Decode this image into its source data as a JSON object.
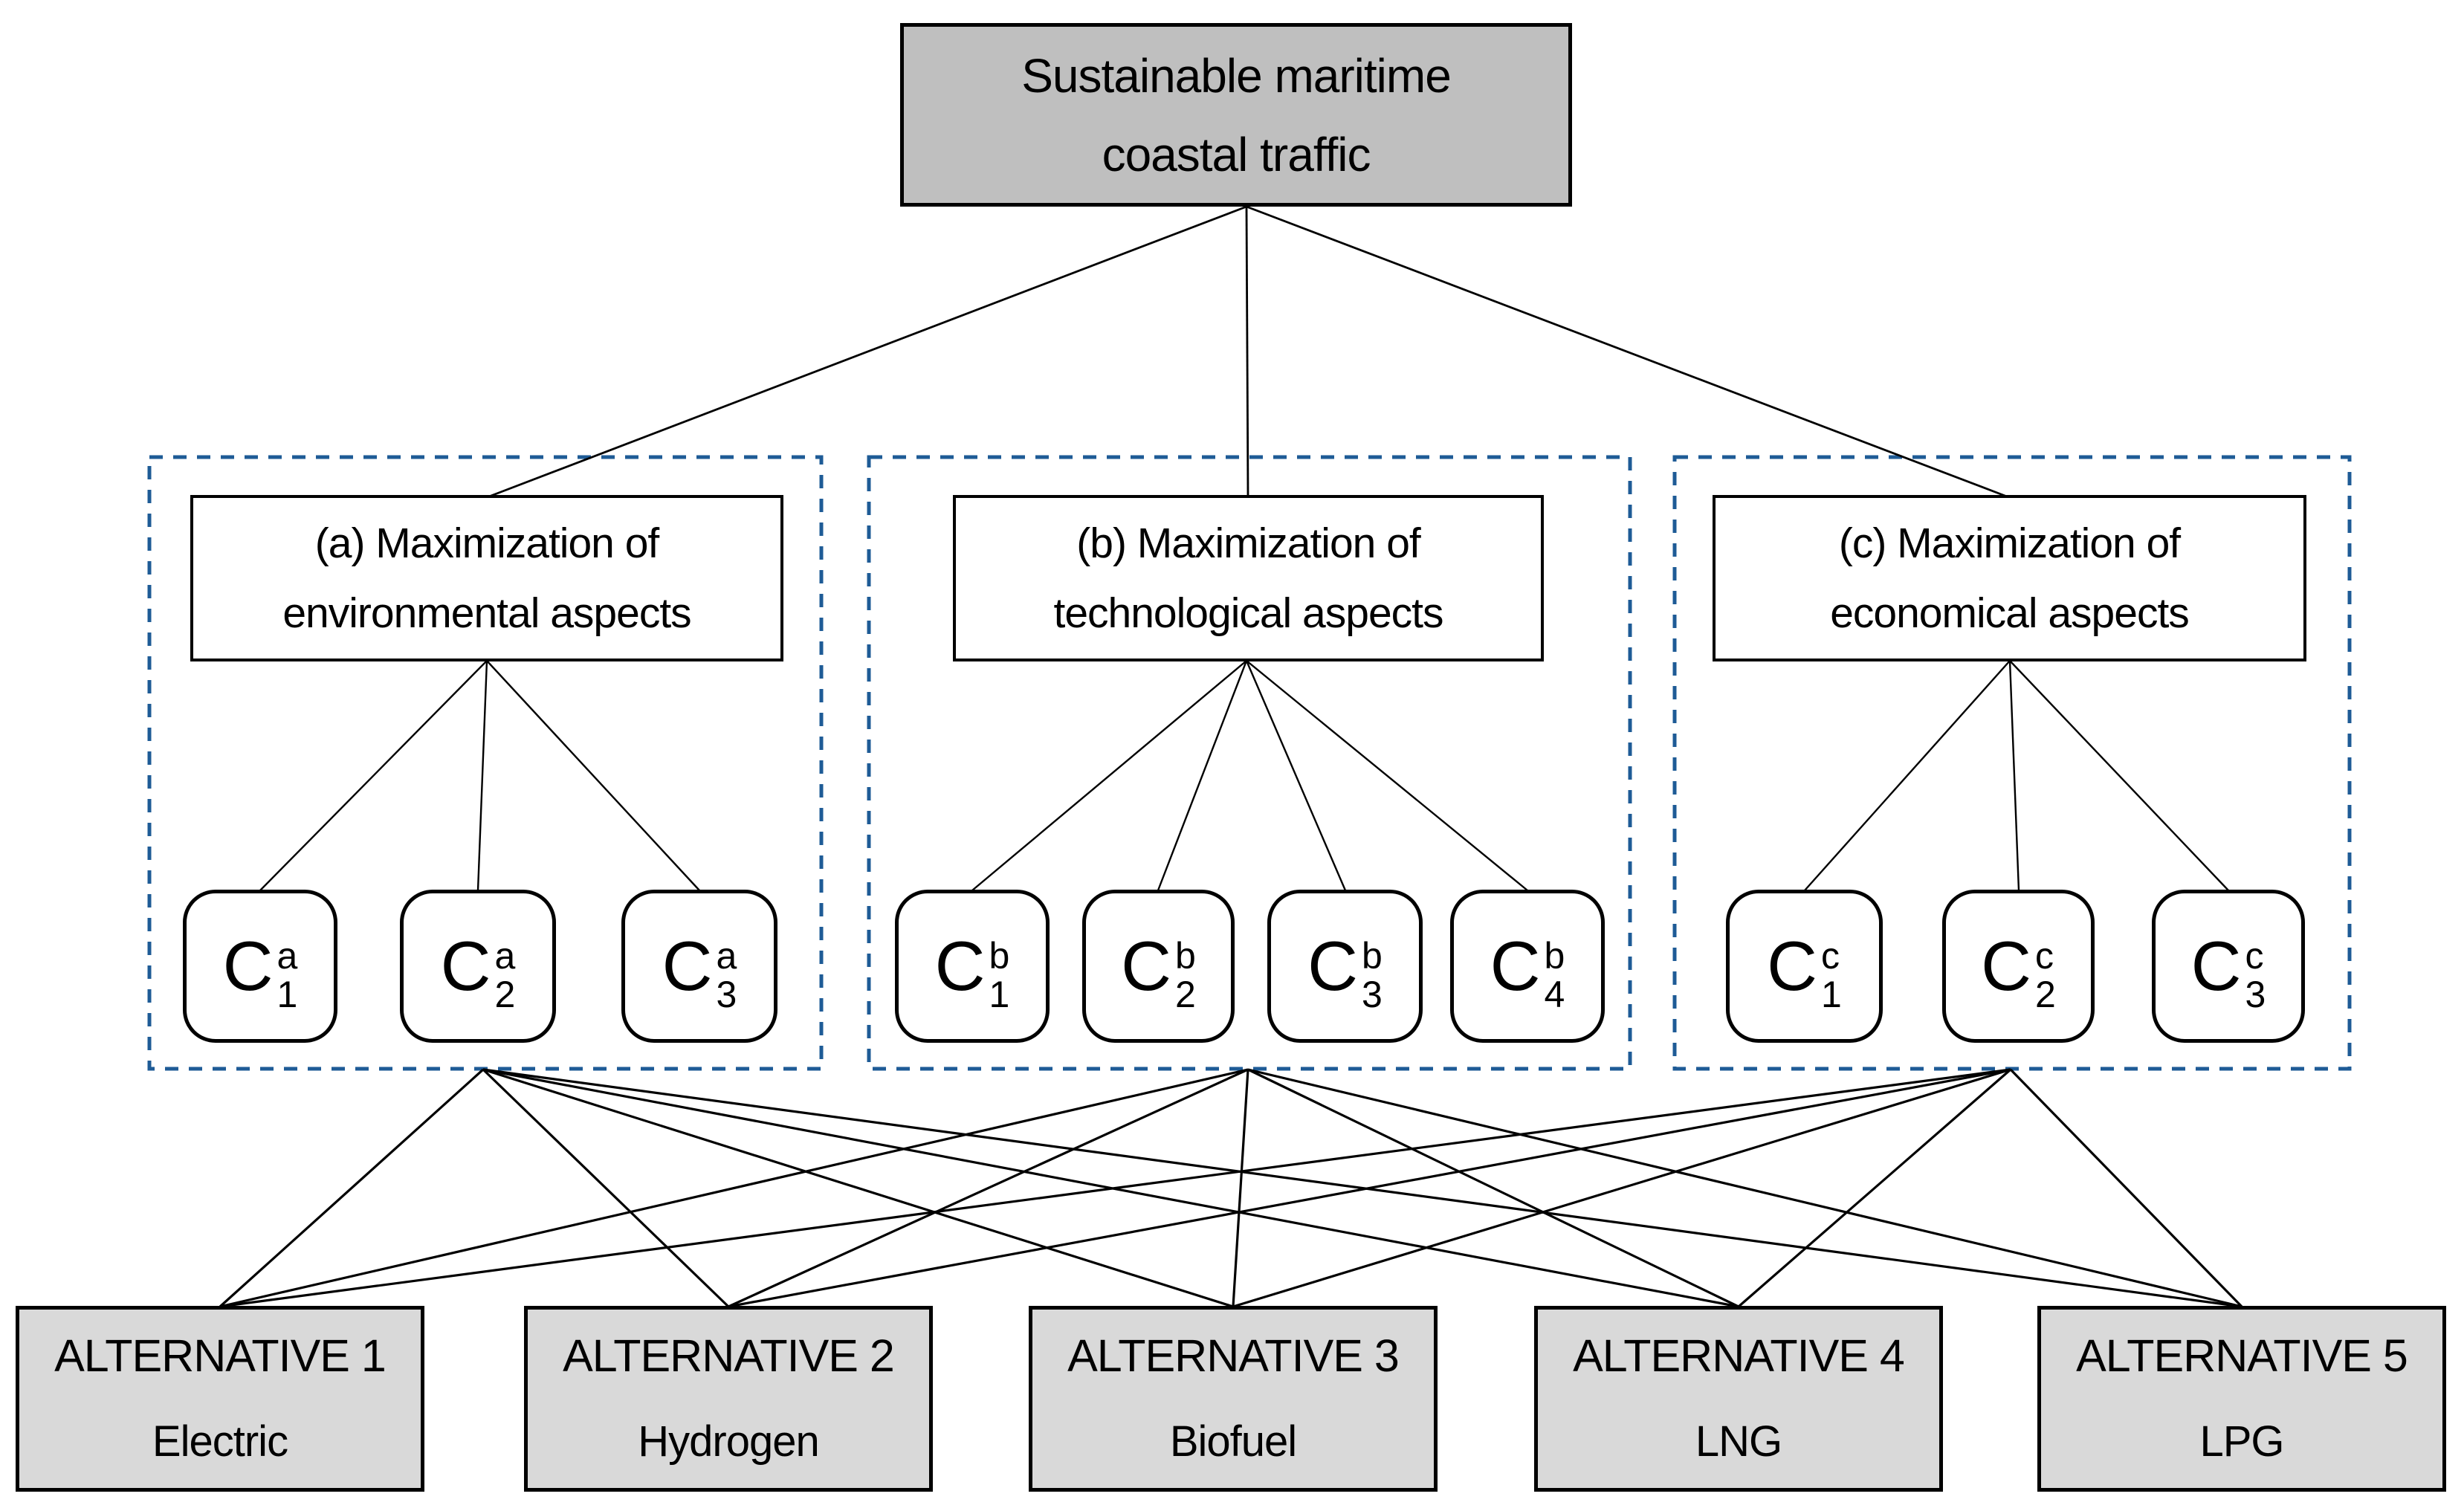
{
  "colors": {
    "accent_blue": "#1E5B96",
    "goal_fill": "#BFBFBF",
    "alternative_fill": "#D9D9D9",
    "criteria_fill": "#FFFFFF",
    "line": "#000000"
  },
  "goal": {
    "line1": "Sustainable maritime",
    "line2": "coastal traffic"
  },
  "groups": [
    {
      "letter": "a",
      "criteria": {
        "line1": "(a) Maximization of",
        "line2": "environmental aspects"
      },
      "nodes": [
        {
          "base": "C",
          "sub": "1",
          "sup": "a"
        },
        {
          "base": "C",
          "sub": "2",
          "sup": "a"
        },
        {
          "base": "C",
          "sub": "3",
          "sup": "a"
        }
      ]
    },
    {
      "letter": "b",
      "criteria": {
        "line1": "(b) Maximization of",
        "line2": "technological aspects"
      },
      "nodes": [
        {
          "base": "C",
          "sub": "1",
          "sup": "b"
        },
        {
          "base": "C",
          "sub": "2",
          "sup": "b"
        },
        {
          "base": "C",
          "sub": "3",
          "sup": "b"
        },
        {
          "base": "C",
          "sub": "4",
          "sup": "b"
        }
      ]
    },
    {
      "letter": "c",
      "criteria": {
        "line1": "(c) Maximization of",
        "line2": "economical aspects"
      },
      "nodes": [
        {
          "base": "C",
          "sub": "1",
          "sup": "c"
        },
        {
          "base": "C",
          "sub": "2",
          "sup": "c"
        },
        {
          "base": "C",
          "sub": "3",
          "sup": "c"
        }
      ]
    }
  ],
  "alternatives": [
    {
      "name": "ALTERNATIVE 1",
      "fuel": "Electric"
    },
    {
      "name": "ALTERNATIVE 2",
      "fuel": "Hydrogen"
    },
    {
      "name": "ALTERNATIVE 3",
      "fuel": "Biofuel"
    },
    {
      "name": "ALTERNATIVE 4",
      "fuel": "LNG"
    },
    {
      "name": "ALTERNATIVE 5",
      "fuel": "LPG"
    }
  ]
}
